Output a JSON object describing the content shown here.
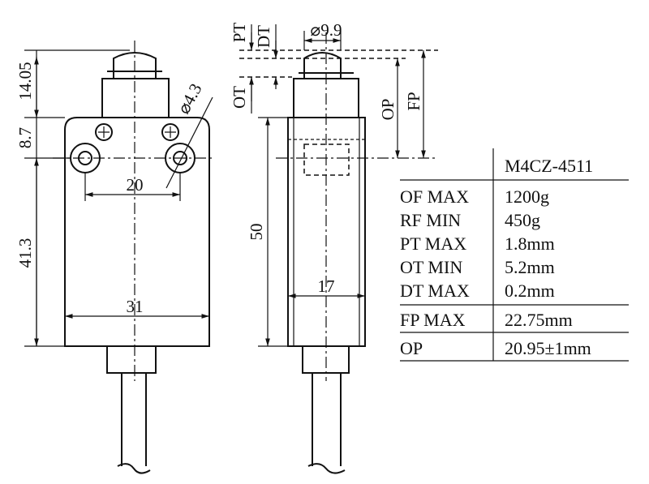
{
  "front_view": {
    "dims": {
      "top_height": "14.05",
      "hole_offset": "8.7",
      "body_height": "41.3",
      "hole_spacing": "20",
      "width": "31",
      "hole_dia": "⌀4.3"
    }
  },
  "side_view": {
    "dims": {
      "height": "50",
      "thickness": "17",
      "plunger_dia": "⌀9.9"
    },
    "labels": {
      "pt": "PT",
      "dt": "DT",
      "ot": "OT",
      "op": "OP",
      "fp": "FP"
    }
  },
  "spec_table": {
    "model": "M4CZ-4511",
    "rows": [
      {
        "param": "OF MAX",
        "value": "1200g"
      },
      {
        "param": "RF MIN",
        "value": "450g"
      },
      {
        "param": "PT MAX",
        "value": "1.8mm"
      },
      {
        "param": "OT MIN",
        "value": "5.2mm"
      },
      {
        "param": "DT MAX",
        "value": "0.2mm"
      },
      {
        "param": "FP MAX",
        "value": "22.75mm"
      },
      {
        "param": "OP",
        "value": "20.95±1mm"
      }
    ]
  }
}
